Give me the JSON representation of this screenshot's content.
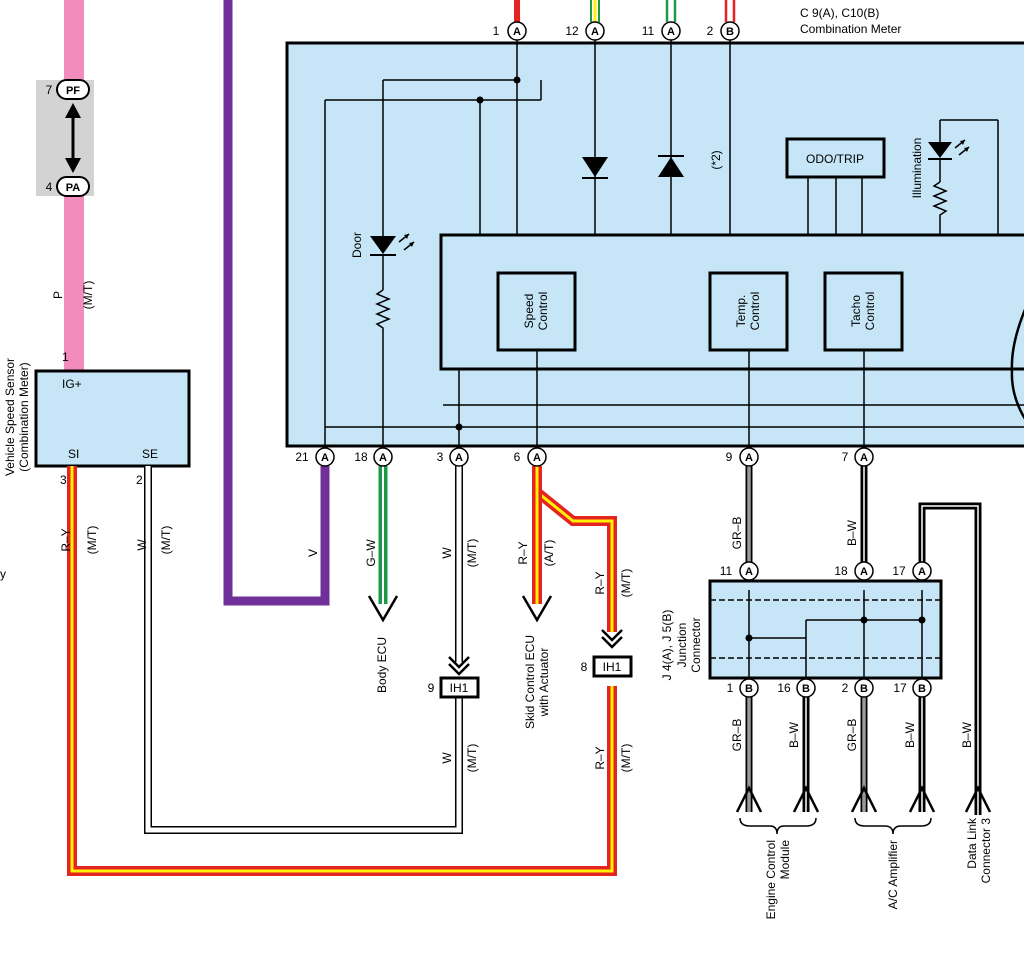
{
  "meter": {
    "title_code": "C 9(A), C10(B)",
    "title_name": "Combination Meter",
    "top_pins": [
      {
        "num": "1",
        "letter": "A"
      },
      {
        "num": "12",
        "letter": "A"
      },
      {
        "num": "11",
        "letter": "A"
      },
      {
        "num": "2",
        "letter": "B"
      }
    ],
    "bottom_pins": [
      {
        "num": "21",
        "letter": "A"
      },
      {
        "num": "18",
        "letter": "A"
      },
      {
        "num": "3",
        "letter": "A"
      },
      {
        "num": "6",
        "letter": "A"
      },
      {
        "num": "9",
        "letter": "A"
      },
      {
        "num": "7",
        "letter": "A"
      }
    ],
    "odo": "ODO/TRIP",
    "illumination": "Illumination",
    "door": "Door",
    "note": "(*2)",
    "speed_control": [
      "Speed",
      "Control"
    ],
    "temp_control": [
      "Temp.",
      "Control"
    ],
    "tacho_control": [
      "Tacho",
      "Control"
    ]
  },
  "splice": {
    "top": {
      "num": "7",
      "label": "PF"
    },
    "bottom": {
      "num": "4",
      "label": "PA"
    }
  },
  "sensor": {
    "title": [
      "Vehicle Speed Sensor",
      "(Combination Meter)"
    ],
    "pin_top": "1",
    "ig": "IG+",
    "si": "SI",
    "se": "SE",
    "pin_si": "3",
    "pin_se": "2"
  },
  "wires": {
    "p": "P",
    "p_mt": "(M/T)",
    "ry_left": "R–Y",
    "ry_left_mt": "(M/T)",
    "w_left": "W",
    "w_left_mt": "(M/T)",
    "v": "V",
    "gw": "G–W",
    "w_mid": "W",
    "w_mid_mt": "(M/T)",
    "ry_mid": "R–Y",
    "ry_mid_at": "(A/T)",
    "ry_right": "R–Y",
    "ry_right_mt": "(M/T)",
    "w_low": "W",
    "w_low_mt": "(M/T)",
    "ry_low": "R–Y",
    "ry_low_mt": "(M/T)",
    "grb_up": "GR–B",
    "bw_up": "B–W",
    "grb_1": "GR–B",
    "bw_2": "B–W",
    "grb_3": "GR–B",
    "bw_4": "B–W",
    "bw_5": "B–W",
    "edge_letter": "y"
  },
  "ih1": [
    {
      "pin": "9",
      "label": "IH1"
    },
    {
      "pin": "8",
      "label": "IH1"
    }
  ],
  "junction": {
    "code": "J 4(A), J 5(B)",
    "name": [
      "Junction",
      "Connector"
    ],
    "top_pins": [
      {
        "num": "11",
        "letter": "A"
      },
      {
        "num": "18",
        "letter": "A"
      },
      {
        "num": "17",
        "letter": "A"
      }
    ],
    "bottom_pins": [
      {
        "num": "1",
        "letter": "B"
      },
      {
        "num": "16",
        "letter": "B"
      },
      {
        "num": "2",
        "letter": "B"
      },
      {
        "num": "17",
        "letter": "B"
      }
    ]
  },
  "destinations": {
    "body_ecu": "Body ECU",
    "skid": [
      "Skid Control ECU",
      "with Actuator"
    ],
    "ecm": [
      "Engine Control",
      "Module"
    ],
    "ac": "A/C Amplifier",
    "dlc": [
      "Data Link",
      "Connector 3"
    ]
  },
  "colors": {
    "pink": "#f28cbc",
    "purple": "#70309a",
    "green": "#1a9a48",
    "red": "#e52421",
    "yellow": "#fff200",
    "gray": "#9a9a9a",
    "panel": "#c6e6f7",
    "splice_bg": "#d3d3d3"
  }
}
